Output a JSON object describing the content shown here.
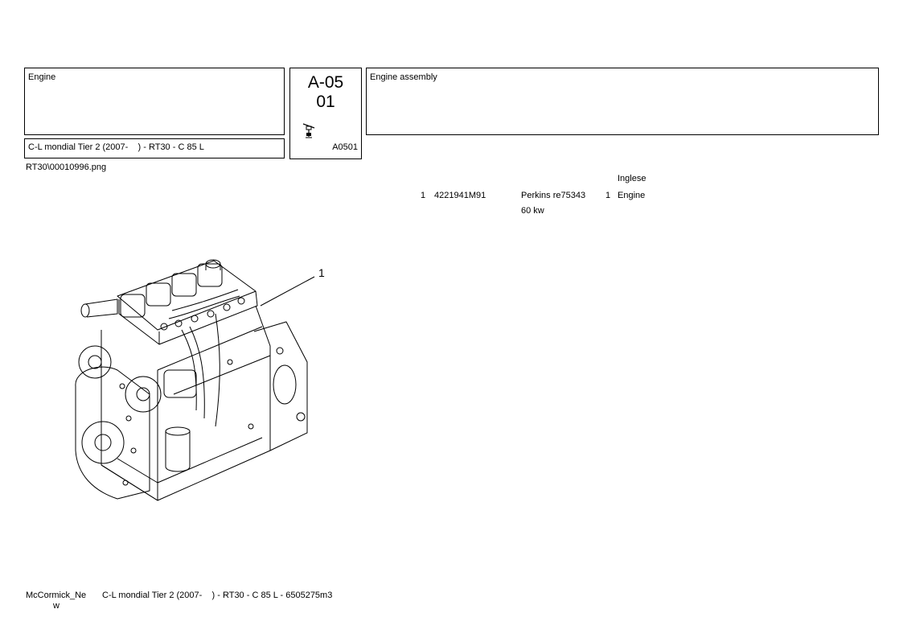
{
  "header": {
    "section": "Engine",
    "model": "C-L mondial Tier 2 (2007-    ) - RT30 - C 85 L",
    "group_code_line1": "A-05",
    "group_code_line2": "01",
    "group_ref": "A0501",
    "description": "Engine assembly"
  },
  "image_file": "RT30\\00010996.png",
  "parts_table": {
    "language_header": "Inglese",
    "rows": [
      {
        "pos": "1",
        "part_number": "4221941M91",
        "note": "Perkins re75343",
        "note2": "60 kw",
        "qty": "1",
        "description": "Engine"
      }
    ]
  },
  "drawing": {
    "callout": "1"
  },
  "footer": {
    "brand_line1": "McCormick_Ne",
    "brand_line2": "w",
    "model_code": "C-L mondial Tier 2 (2007-    ) - RT30 - C 85 L - 6505275m3"
  }
}
